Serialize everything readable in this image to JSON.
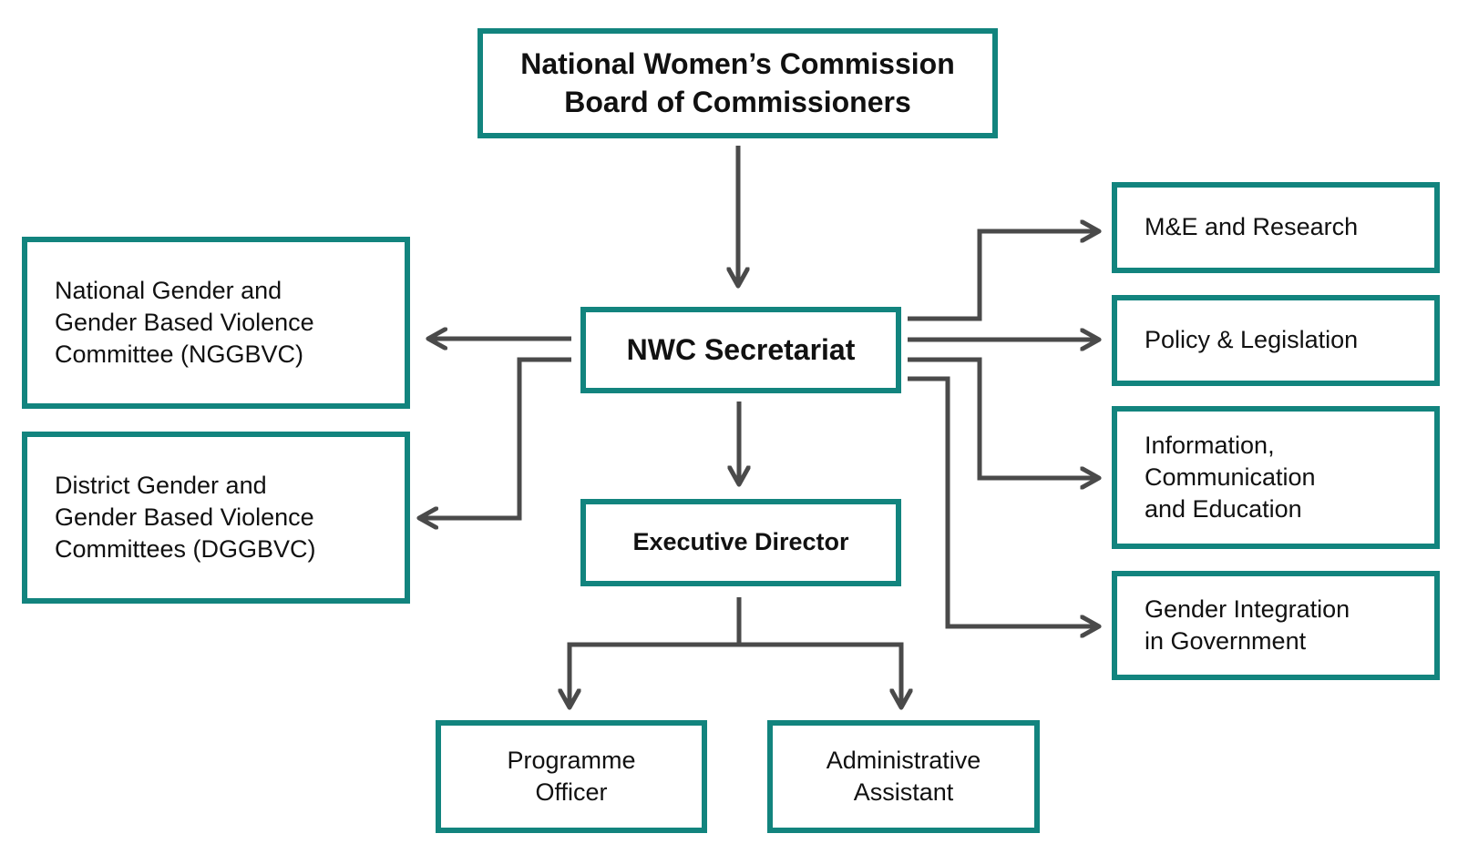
{
  "colors": {
    "box_border": "#12847e",
    "connector": "#4a4a4a",
    "text": "#111111"
  },
  "nodes": {
    "board": "National Women’s Commission\nBoard of Commissioners",
    "secretariat": "NWC Secretariat",
    "executive_director": "Executive Director",
    "nggbvc": "National Gender and\nGender Based Violence\nCommittee (NGGBVC)",
    "dggbvc": "District Gender and\nGender Based Violence\nCommittees (DGGBVC)",
    "me_research": "M&E and Research",
    "policy_legislation": "Policy & Legislation",
    "iec": "Information,\nCommunication\nand Education",
    "gender_integration": "Gender Integration\nin Government",
    "programme_officer": "Programme\nOfficer",
    "administrative_assistant": "Administrative\nAssistant"
  }
}
